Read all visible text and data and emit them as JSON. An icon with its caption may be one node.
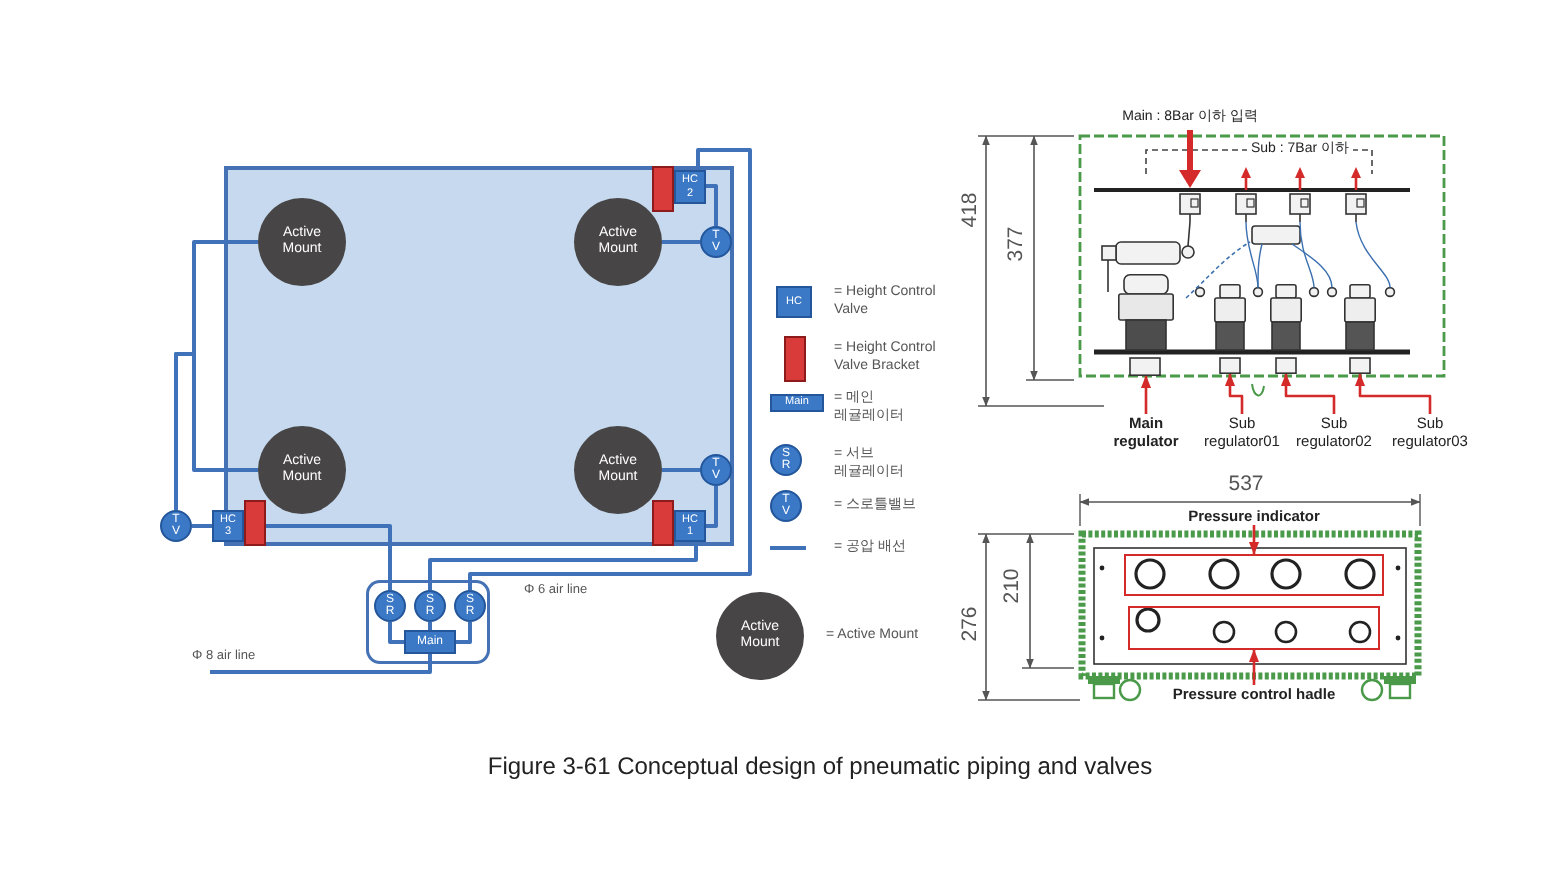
{
  "diagram": {
    "caption": "Figure 3-61 Conceptual design of pneumatic piping and valves",
    "nodes": [
      {
        "text": [],
        "shape": "box"
      },
      {
        "text": [
          "HC 2"
        ],
        "in": 0
      },
      {
        "text": [
          "Active Mount"
        ],
        "in": 0
      },
      {
        "text": [
          "Active Mount"
        ],
        "in": 0
      },
      {
        "text": [
          "T V"
        ],
        "in": 0
      },
      {
        "text": [
          "Active Mount"
        ],
        "in": 0
      },
      {
        "text": [
          "Active Mount"
        ],
        "in": 0
      },
      {
        "text": [
          "T V"
        ],
        "in": 0
      },
      {
        "text": [
          "T V"
        ]
      },
      {
        "text": [
          "HC 3"
        ]
      },
      {
        "text": [
          "HC 1"
        ],
        "in": 0
      },
      {
        "text": [],
        "shape": "box"
      },
      {
        "text": [
          "S R"
        ],
        "in": 11
      },
      {
        "text": [
          "S R"
        ],
        "in": 11
      },
      {
        "text": [
          "S R"
        ],
        "in": 11
      },
      {
        "text": [
          "Main"
        ],
        "in": 11
      },
      {
        "text": [
          "Main regulator"
        ]
      },
      {
        "text": [
          "Sub regulator01"
        ]
      },
      {
        "text": [
          "Sub regulator02"
        ]
      },
      {
        "text": [
          "Sub regulator03"
        ]
      },
      {
        "text": [
          "Pressure indicator"
        ]
      },
      {
        "text": [],
        "shape": "box"
      },
      {
        "text": [],
        "shape": "box"
      },
      {
        "text": [
          "Pressure control hadle"
        ]
      },
      {
        "text": [],
        "shape": "bar",
        "in": 0
      },
      {
        "text": [],
        "shape": "bar",
        "in": 0
      },
      {
        "text": [],
        "shape": "bar",
        "in": 0
      },
      {
        "text": [],
        "shape": "picture"
      },
      {
        "text": [],
        "shape": "picture"
      },
      {
        "text": [],
        "shape": "picture"
      },
      {
        "text": [],
        "shape": "picture"
      }
    ],
    "edges": [
      {
        "from": 15,
        "to": 12,
        "arrow": "none"
      },
      {
        "from": 15,
        "to": 13,
        "arrow": "none"
      },
      {
        "from": 15,
        "to": 14,
        "arrow": "none"
      },
      {
        "from": null,
        "to": 15,
        "arrow": "none",
        "label": "Φ 8 air line"
      },
      {
        "from": 12,
        "to": 25,
        "arrow": "none"
      },
      {
        "from": 13,
        "to": 10,
        "arrow": "none"
      },
      {
        "from": 14,
        "to": 1,
        "arrow": "none"
      },
      {
        "from": 9,
        "to": 8,
        "arrow": "none"
      },
      {
        "from": 8,
        "to": 2,
        "arrow": "none"
      },
      {
        "from": 8,
        "to": 5,
        "arrow": "none"
      },
      {
        "from": 1,
        "to": 4,
        "arrow": "none"
      },
      {
        "from": 4,
        "to": 3,
        "arrow": "none"
      },
      {
        "from": 10,
        "to": 7,
        "arrow": "none"
      },
      {
        "from": 7,
        "to": 6,
        "arrow": "none"
      },
      {
        "from": 16,
        "to": 27,
        "arrow": "to",
        "color": "#d42a2a"
      },
      {
        "from": 17,
        "to": 28,
        "arrow": "to",
        "color": "#d42a2a"
      },
      {
        "from": 18,
        "to": 29,
        "arrow": "to",
        "color": "#d42a2a"
      },
      {
        "from": 19,
        "to": 30,
        "arrow": "to",
        "color": "#d42a2a"
      },
      {
        "from": 20,
        "to": 21,
        "arrow": "to",
        "color": "#d42a2a"
      },
      {
        "from": 23,
        "to": 22,
        "arrow": "to",
        "color": "#d42a2a"
      }
    ],
    "labels": [
      "Main : 8Bar 이하 입력",
      "Sub : 7Bar 이하",
      "418",
      "377",
      "HC",
      "Main",
      "S R",
      "T V",
      "537",
      "276",
      "210",
      "Φ 6 air line",
      "Active Mount"
    ],
    "legend": [
      {
        "text": "= Height Control Valve"
      },
      {
        "text": "= Height Control Valve Bracket",
        "color": "#d93a3a"
      },
      {
        "text": "= 메인 레귤레이터"
      },
      {
        "text": "= 서브 레귤레이터"
      },
      {
        "text": "= 스로틀밸브"
      },
      {
        "text": "= 공압 배선"
      },
      {
        "text": "= Active Mount"
      }
    ]
  }
}
